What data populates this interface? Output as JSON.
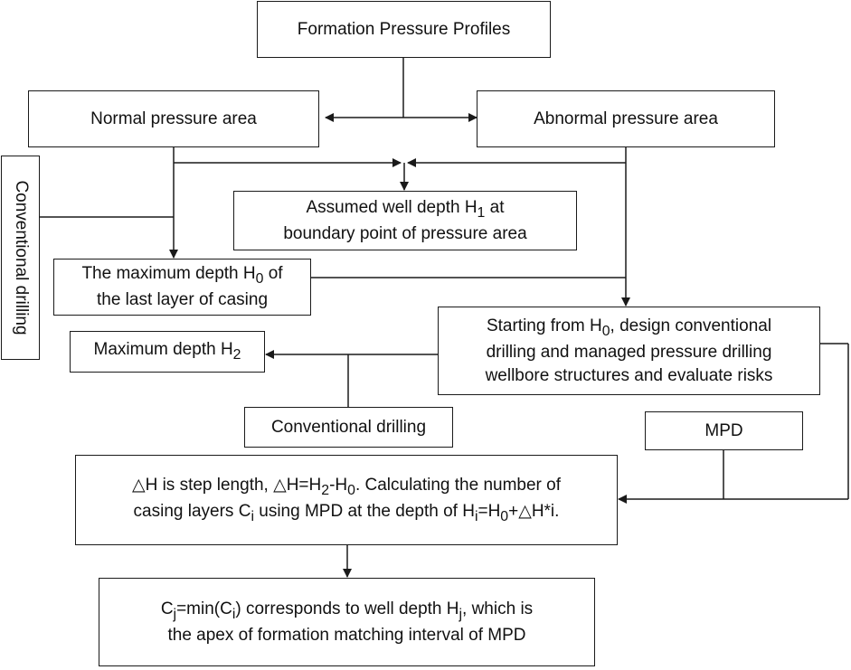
{
  "boxes": {
    "formation_profiles": "Formation Pressure Profiles",
    "normal_area": "Normal pressure area",
    "abnormal_area": "Abnormal pressure area",
    "conventional_vertical": "Conventional drilling",
    "assumed_depth": {
      "line1_prefix": "Assumed well depth H",
      "line1_sub": "1",
      "line1_suffix": " at",
      "line2": "boundary point of pressure area"
    },
    "max_depth_h0": {
      "line1_prefix": "The maximum depth H",
      "line1_sub": "0",
      "line1_suffix": " of",
      "line2": "the last layer of casing"
    },
    "starting_h0": {
      "line1_prefix": "Starting from H",
      "line1_sub": "0",
      "line1_suffix": ", design conventional",
      "line2": "drilling and managed pressure drilling",
      "line3": "wellbore structures and evaluate risks"
    },
    "max_depth_h2": {
      "prefix": "Maximum depth H",
      "sub": "2"
    },
    "conventional_bottom": "Conventional drilling",
    "mpd": "MPD",
    "step_length": {
      "p1": "△H is step length, △H=H",
      "s1": "2",
      "p2": "-H",
      "s2": "0",
      "p3": ". Calculating the number of",
      "p4": "casing layers C",
      "s4": "i",
      "p5": " using MPD at the depth of H",
      "s5": "i",
      "p6": "=H",
      "s6": "0",
      "p7": "+△H*i."
    },
    "result": {
      "p1": "C",
      "s1": "j",
      "p2": "=min(C",
      "s2": "i",
      "p3": ") corresponds to well depth H",
      "s3": "j",
      "p4": ", which is",
      "line2": "the apex of formation matching interval of MPD"
    }
  }
}
